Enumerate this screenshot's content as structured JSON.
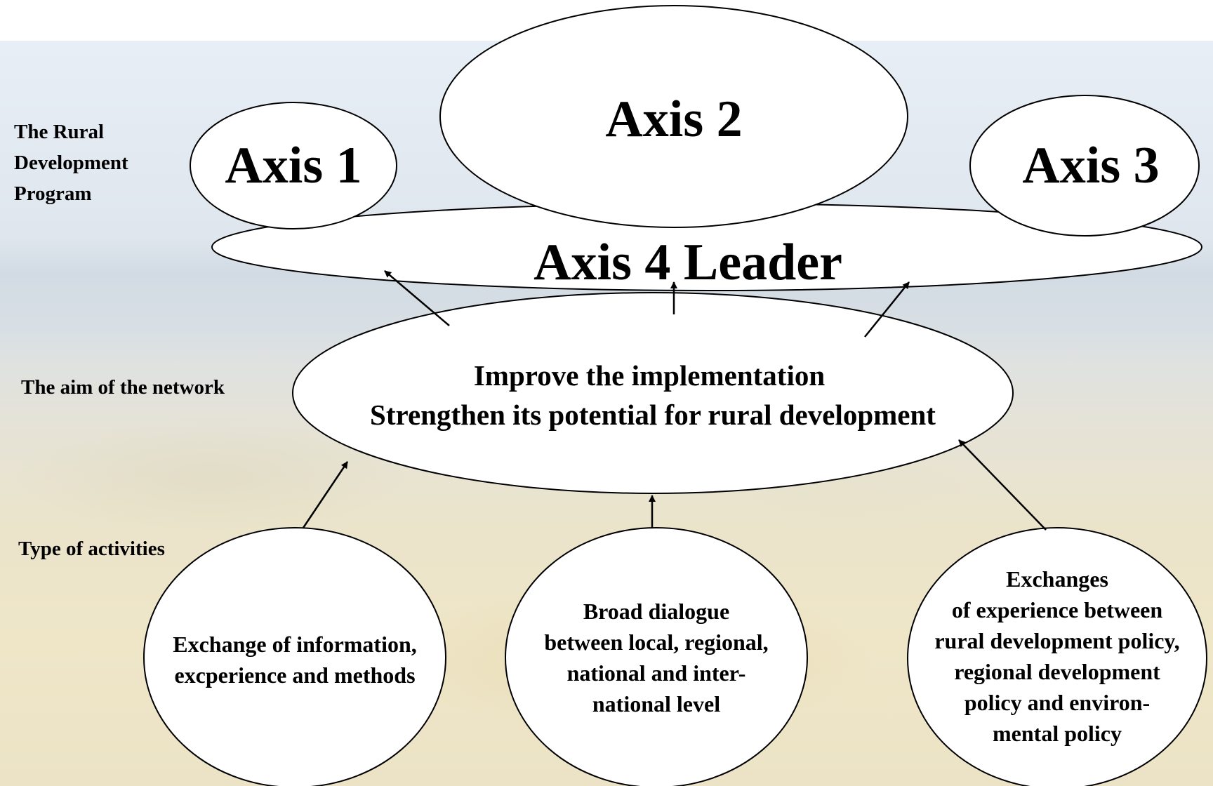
{
  "side_labels": {
    "rural_program": "The Rural\nDevelopment\nProgram",
    "network_aim": "The aim of the network",
    "activities": "Type of activities"
  },
  "axes": {
    "axis1": "Axis 1",
    "axis2": "Axis 2",
    "axis3": "Axis 3",
    "axis4": "Axis 4 Leader"
  },
  "aim": {
    "line1": "Improve the implementation",
    "line2": "Strengthen its potential for rural development"
  },
  "activities": {
    "left": "Exchange of information,\nexcperience and methods",
    "center": "Broad dialogue\nbetween local, regional,\nnational and inter-\nnational level",
    "right": "Exchanges\nof experience between\nrural development policy,\nregional development\npolicy and environ-\nmental policy"
  },
  "colors": {
    "shape_fill": "#ffffff",
    "stroke": "#000000"
  }
}
